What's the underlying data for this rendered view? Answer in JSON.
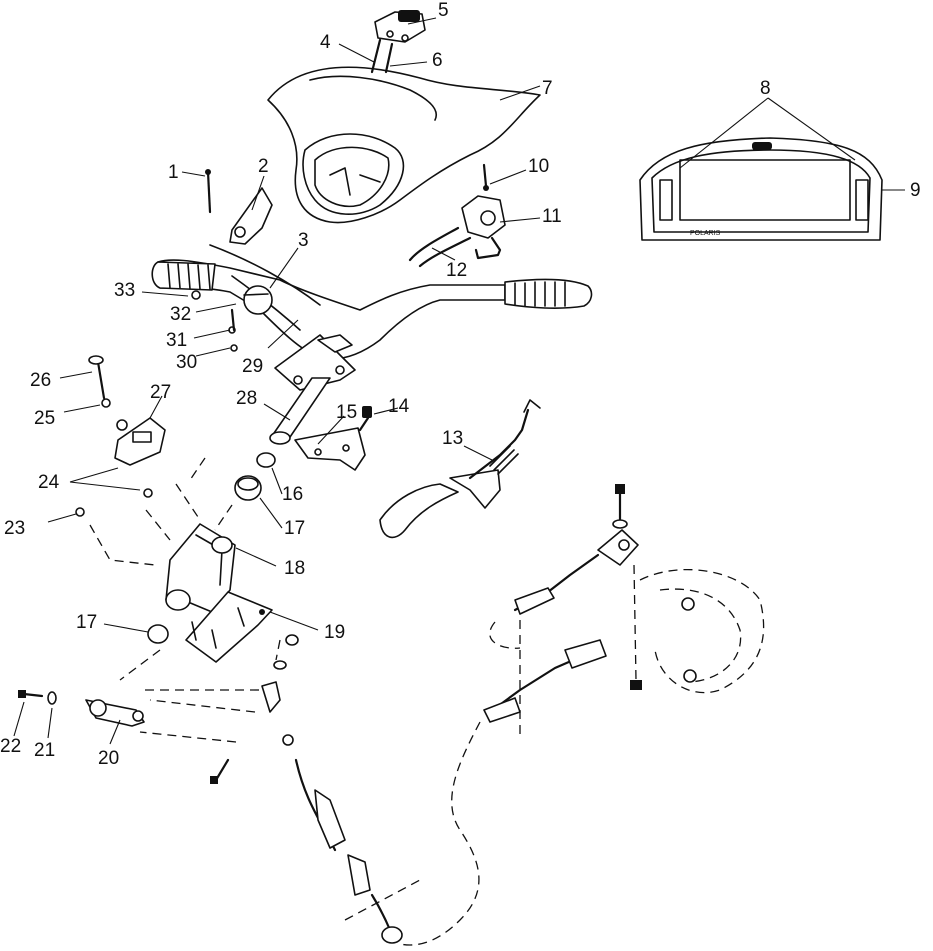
{
  "callouts": [
    "1",
    "2",
    "3",
    "4",
    "5",
    "6",
    "7",
    "8",
    "9",
    "10",
    "11",
    "12",
    "13",
    "14",
    "15",
    "16",
    "17",
    "17",
    "18",
    "19",
    "20",
    "21",
    "22",
    "23",
    "24",
    "25",
    "26",
    "27",
    "28",
    "29",
    "30",
    "31",
    "32",
    "33"
  ],
  "gauge": {
    "brand": "POLARIS"
  }
}
